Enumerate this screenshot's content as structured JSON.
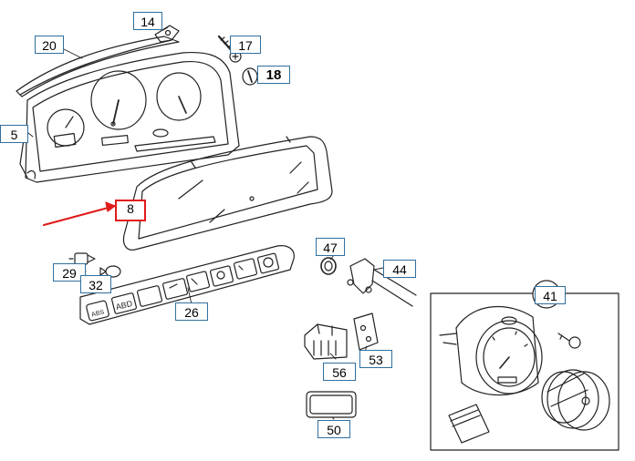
{
  "callouts": {
    "c14": "14",
    "c20": "20",
    "c17": "17",
    "c18": "18",
    "c5": "5",
    "c8": "8",
    "c47": "47",
    "c44": "44",
    "c29": "29",
    "c32": "32",
    "c26": "26",
    "c41": "41",
    "c56": "56",
    "c53": "53",
    "c50": "50"
  },
  "switch_labels": {
    "abs": "ABS",
    "abd": "ABD"
  },
  "colors": {
    "line": "#222222",
    "callout_border": "#2f6f9f",
    "highlight": "#e01a1a"
  }
}
